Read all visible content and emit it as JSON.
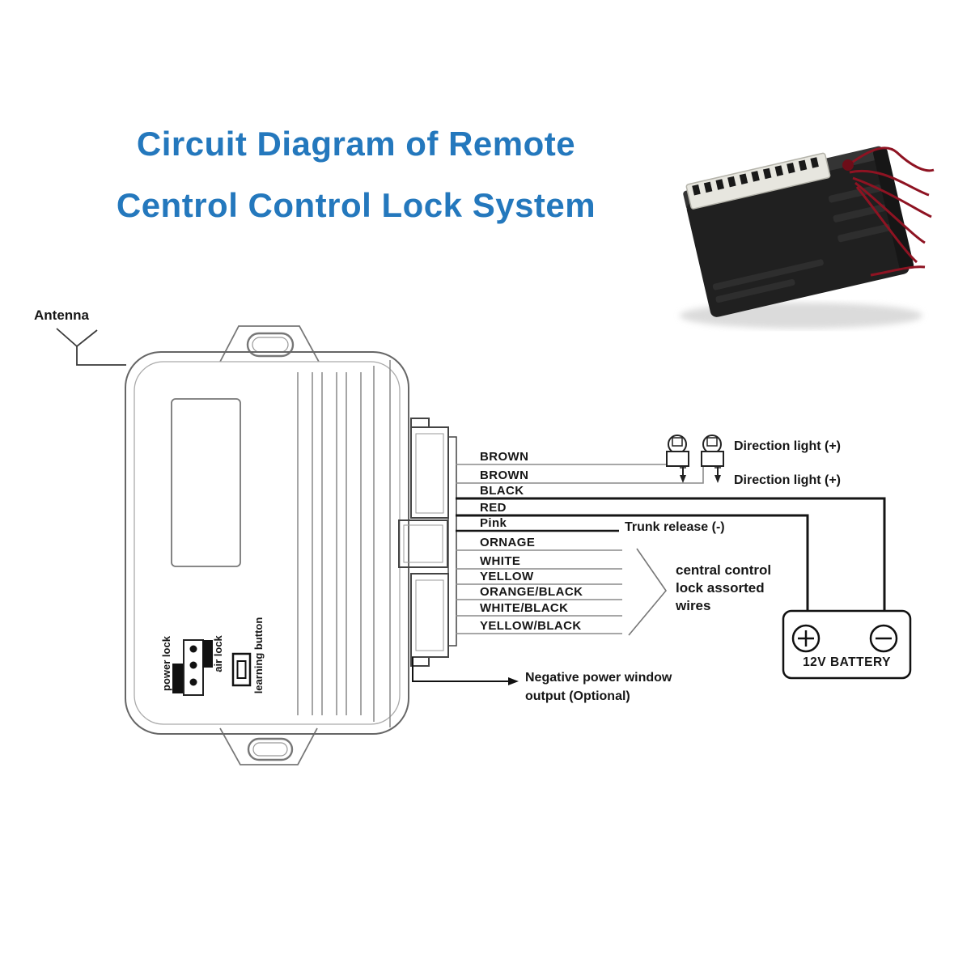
{
  "title": {
    "line1": "Circuit Diagram of Remote",
    "line2": "Centrol Control Lock System"
  },
  "labels": {
    "antenna": "Antenna",
    "power_lock": "power lock",
    "air_lock": "air lock",
    "learning_button": "learning button"
  },
  "wires": [
    {
      "label": "BROWN"
    },
    {
      "label": "BROWN"
    },
    {
      "label": "BLACK"
    },
    {
      "label": "RED"
    },
    {
      "label": "Pink"
    },
    {
      "label": "ORNAGE"
    },
    {
      "label": "WHITE"
    },
    {
      "label": "YELLOW"
    },
    {
      "label": "ORANGE/BLACK"
    },
    {
      "label": "WHITE/BLACK"
    },
    {
      "label": "YELLOW/BLACK"
    }
  ],
  "annotations": {
    "direction_light_top": "Direction light (+)",
    "direction_light_bottom": "Direction light (+)",
    "trunk_release": "Trunk release (-)",
    "central_control_line1": "central control",
    "central_control_line2": "lock assorted",
    "central_control_line3": "wires",
    "negative_window_line1": "Negative power window",
    "negative_window_line2": "output  (Optional)"
  },
  "battery": {
    "label": "12V BATTERY",
    "plus_symbol": "⊕",
    "minus_symbol": "⊖"
  },
  "icons": {
    "direction_light_bulb": "lamp-with-ground-arrow",
    "battery_plus": "circled-plus",
    "battery_minus": "circled-minus"
  },
  "colors": {
    "title_color": "#2478bd",
    "wire_thin": "#8a8a8a",
    "wire_bold": "#151515",
    "photo_wire_red": "#8e1322"
  }
}
